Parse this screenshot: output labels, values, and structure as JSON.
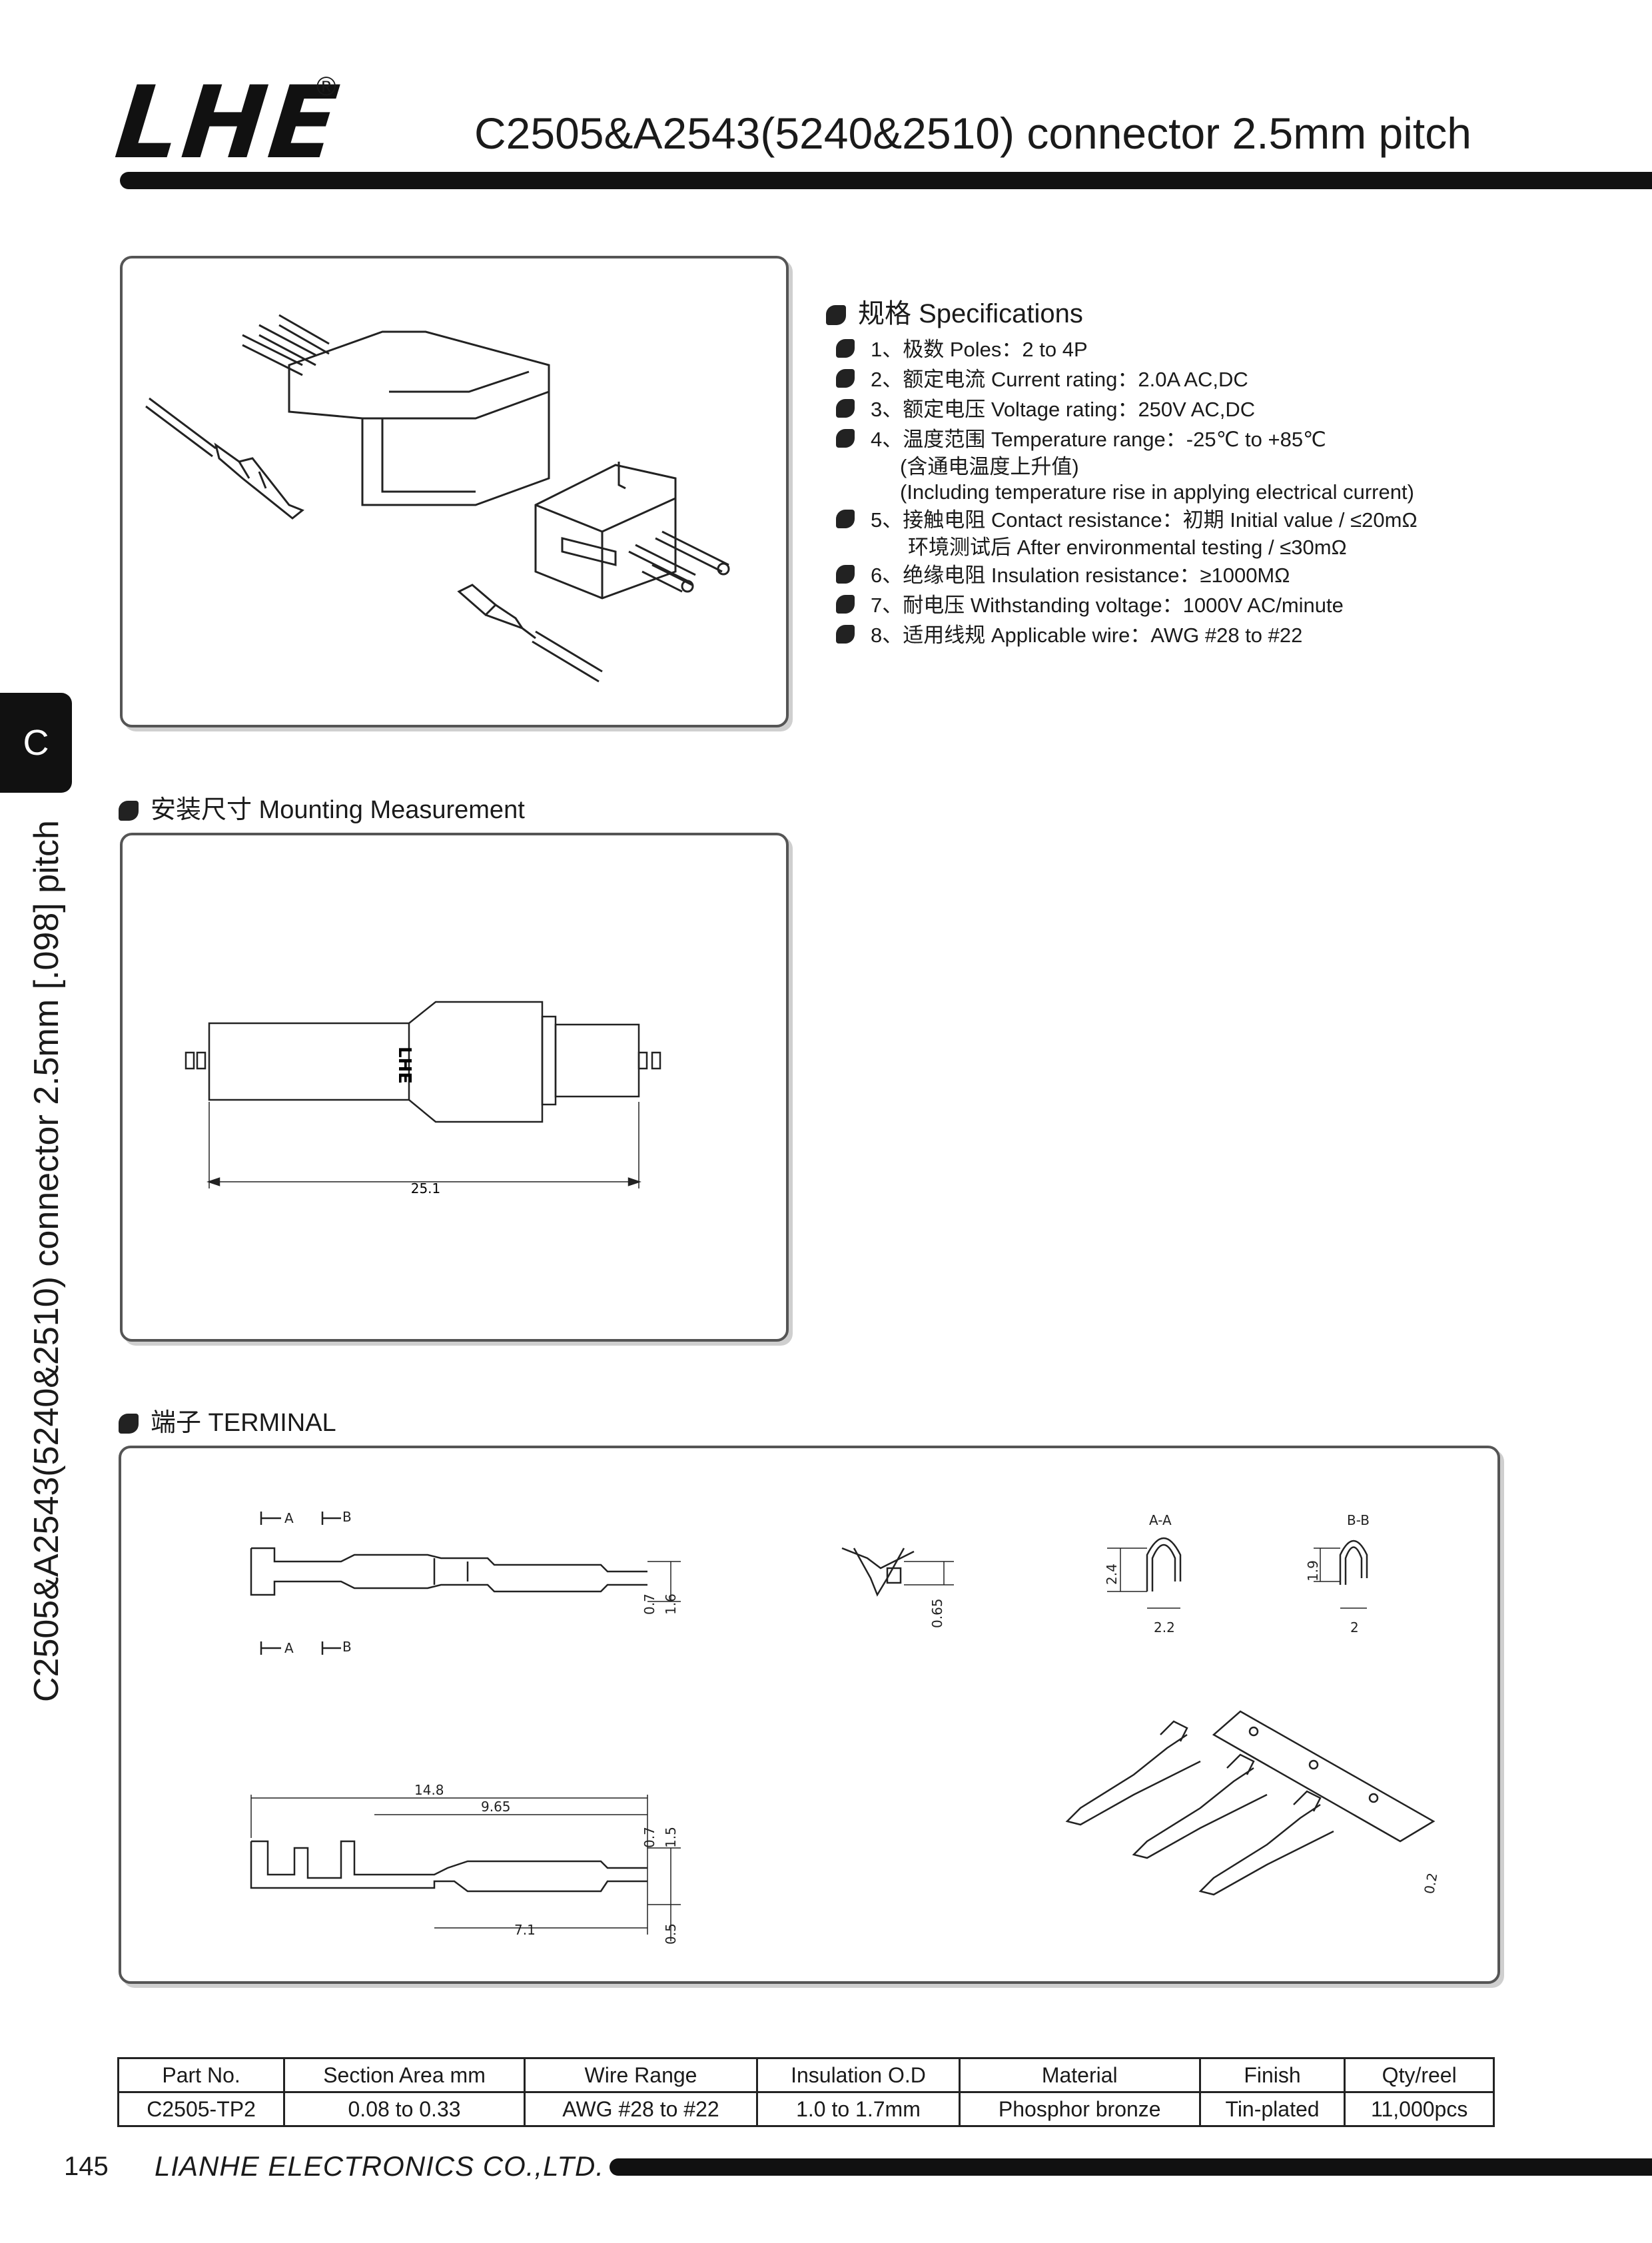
{
  "header": {
    "logo": "LHE",
    "registered_mark": "®",
    "title": "C2505&A2543(5240&2510) connector 2.5mm pitch"
  },
  "side_tab": {
    "letter": "C",
    "vertical_text": "C2505&A2543(5240&2510) connector 2.5mm [.098] pitch"
  },
  "specifications": {
    "heading": "规格 Specifications",
    "items": [
      {
        "text": "1、极数 Poles：2 to 4P"
      },
      {
        "text": "2、额定电流 Current rating：2.0A  AC,DC"
      },
      {
        "text": "3、额定电压 Voltage rating：250V  AC,DC"
      },
      {
        "text": "4、温度范围 Temperature range：-25℃ to +85℃",
        "sub": [
          "(含通电温度上升值)",
          "(Including temperature rise in applying electrical current)"
        ]
      },
      {
        "text": "5、接触电阻 Contact resistance：初期 Initial value / ≤20mΩ",
        "sub": [
          "环境测试后 After environmental testing / ≤30mΩ"
        ]
      },
      {
        "text": "6、绝缘电阻 Insulation resistance：≥1000MΩ"
      },
      {
        "text": "7、耐电压 Withstanding voltage：1000V  AC/minute"
      },
      {
        "text": "8、适用线规 Applicable wire：AWG #28 to #22"
      }
    ]
  },
  "mounting": {
    "heading": "安装尺寸 Mounting Measurement",
    "body_logo": "LHE",
    "dimension": "25.1"
  },
  "terminal": {
    "heading": "端子 TERMINAL",
    "section_a": "A",
    "section_b": "B",
    "label_aa": "A-A",
    "label_bb": "B-B",
    "dims": {
      "d07": "0.7",
      "d16": "1.6",
      "d065": "0.65",
      "d24": "2.4",
      "d22": "2.2",
      "d19": "1.9",
      "d2": "2",
      "d148": "14.8",
      "d965": "9.65",
      "d71": "7.1",
      "d15": "1.5",
      "d05": "0.5",
      "d02": "0.2"
    }
  },
  "table": {
    "headers": [
      "Part No.",
      "Section Area mm",
      "Wire Range",
      "Insulation O.D",
      "Material",
      "Finish",
      "Qty/reel"
    ],
    "rows": [
      [
        "C2505-TP2",
        "0.08 to 0.33",
        "AWG #28 to #22",
        "1.0 to 1.7mm",
        "Phosphor bronze",
        "Tin-plated",
        "11,000pcs"
      ]
    ]
  },
  "footer": {
    "page_number": "145",
    "company": "LIANHE ELECTRONICS CO.,LTD."
  }
}
